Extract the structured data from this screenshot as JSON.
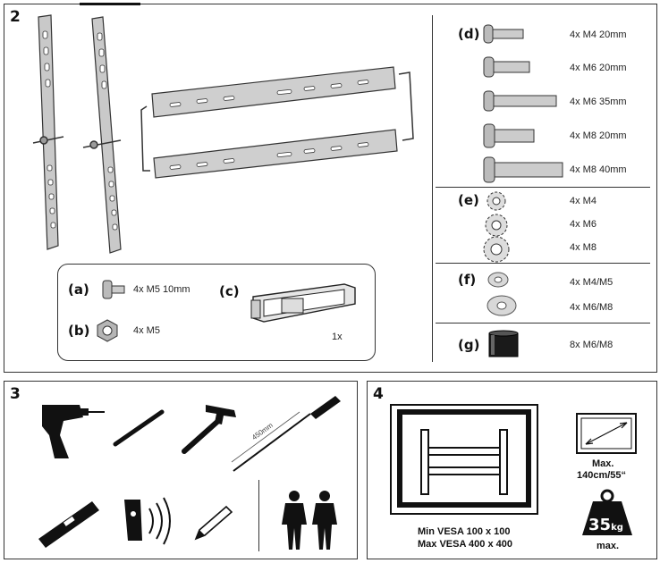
{
  "step2": {
    "number": "2",
    "accessories": {
      "a": {
        "label": "(a)",
        "qty": "4x M5 10mm"
      },
      "b": {
        "label": "(b)",
        "qty": "4x M5"
      },
      "c": {
        "label": "(c)",
        "qty": "1x"
      }
    },
    "hardware": {
      "d": {
        "label": "(d)",
        "items": [
          "4x M4 20mm",
          "4x M6 20mm",
          "4x M6 35mm",
          "4x M8 20mm",
          "4x M8 40mm"
        ]
      },
      "e": {
        "label": "(e)",
        "items": [
          "4x M4",
          "4x M6",
          "4x M8"
        ]
      },
      "f": {
        "label": "(f)",
        "items": [
          "4x M4/M5",
          "4x M6/M8"
        ]
      },
      "g": {
        "label": "(g)",
        "items": [
          "8x M6/M8"
        ]
      }
    }
  },
  "step3": {
    "number": "3",
    "tape_length": "450mm"
  },
  "step4": {
    "number": "4",
    "vesa_min": "Min VESA  100 x 100",
    "vesa_max": "Max VESA 400 x 400",
    "screen_max_line1": "Max.",
    "screen_max_line2": "140cm/55“",
    "weight_value": "35",
    "weight_unit": "kg",
    "weight_caption": "max."
  }
}
